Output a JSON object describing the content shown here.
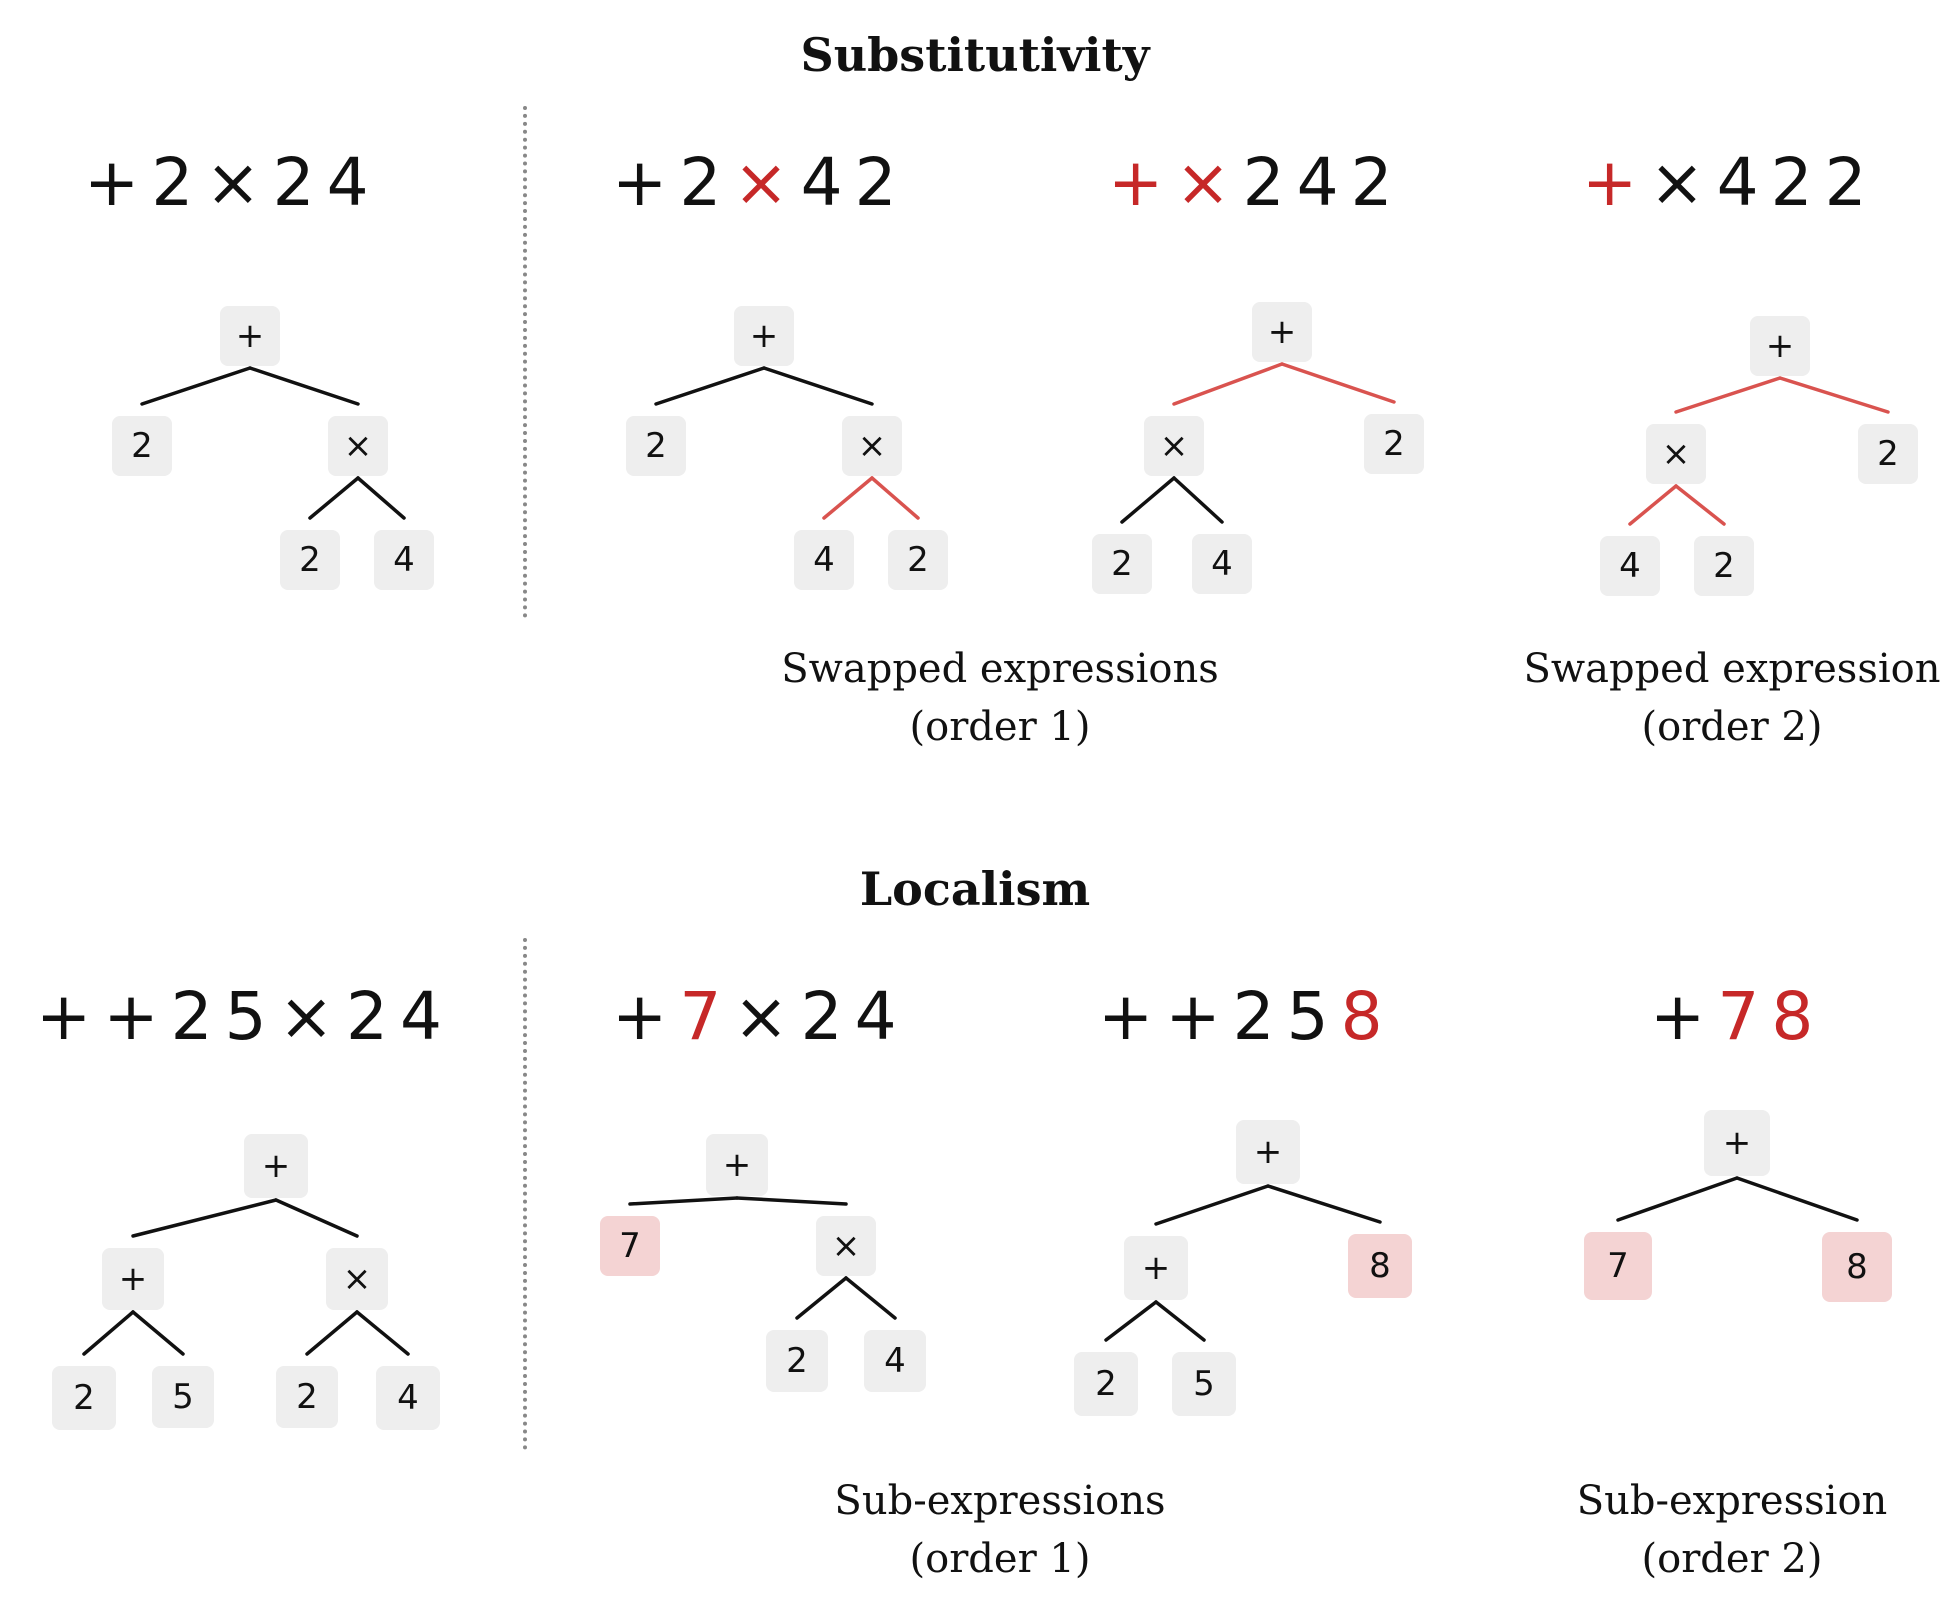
{
  "colors": {
    "highlight": "#c62828",
    "highlight_edge": "#d9534f",
    "node_bg": "#eeeeee",
    "node_hl_bg": "#f4d3d3",
    "edge": "#111111",
    "divider": "#888888"
  },
  "sections": [
    {
      "title": "Substitutivity",
      "panels": [
        {
          "id": "s-orig",
          "expression": [
            {
              "t": "+"
            },
            {
              "t": "2"
            },
            {
              "t": "×"
            },
            {
              "t": "2"
            },
            {
              "t": "4"
            }
          ],
          "tree": {
            "nodes": [
              {
                "id": "a",
                "label": "+"
              },
              {
                "id": "b",
                "label": "2"
              },
              {
                "id": "c",
                "label": "×"
              },
              {
                "id": "d",
                "label": "2"
              },
              {
                "id": "e",
                "label": "4"
              }
            ],
            "edges": [
              {
                "from": "a",
                "to": "b"
              },
              {
                "from": "a",
                "to": "c"
              },
              {
                "from": "c",
                "to": "d"
              },
              {
                "from": "c",
                "to": "e"
              }
            ]
          }
        },
        {
          "id": "s-o1a",
          "expression": [
            {
              "t": "+"
            },
            {
              "t": "2"
            },
            {
              "t": "×",
              "red": true
            },
            {
              "t": "4"
            },
            {
              "t": "2"
            }
          ],
          "tree": {
            "nodes": [
              {
                "id": "a",
                "label": "+"
              },
              {
                "id": "b",
                "label": "2"
              },
              {
                "id": "c",
                "label": "×"
              },
              {
                "id": "d",
                "label": "4"
              },
              {
                "id": "e",
                "label": "2"
              }
            ],
            "edges": [
              {
                "from": "a",
                "to": "b"
              },
              {
                "from": "a",
                "to": "c"
              },
              {
                "from": "c",
                "to": "d",
                "red": true
              },
              {
                "from": "c",
                "to": "e",
                "red": true
              }
            ]
          }
        },
        {
          "id": "s-o1b",
          "expression": [
            {
              "t": "+",
              "red": true
            },
            {
              "t": "×",
              "red": true
            },
            {
              "t": "2"
            },
            {
              "t": "4"
            },
            {
              "t": "2"
            }
          ],
          "tree": {
            "nodes": [
              {
                "id": "a",
                "label": "+"
              },
              {
                "id": "b",
                "label": "×"
              },
              {
                "id": "c",
                "label": "2"
              },
              {
                "id": "d",
                "label": "2"
              },
              {
                "id": "e",
                "label": "4"
              }
            ],
            "edges": [
              {
                "from": "a",
                "to": "b",
                "red": true
              },
              {
                "from": "a",
                "to": "c",
                "red": true
              },
              {
                "from": "b",
                "to": "d"
              },
              {
                "from": "b",
                "to": "e"
              }
            ]
          }
        },
        {
          "id": "s-o2",
          "expression": [
            {
              "t": "+",
              "red": true
            },
            {
              "t": "×"
            },
            {
              "t": "4"
            },
            {
              "t": "2"
            },
            {
              "t": "2"
            }
          ],
          "tree": {
            "nodes": [
              {
                "id": "a",
                "label": "+"
              },
              {
                "id": "b",
                "label": "×"
              },
              {
                "id": "c",
                "label": "2"
              },
              {
                "id": "d",
                "label": "4"
              },
              {
                "id": "e",
                "label": "2"
              }
            ],
            "edges": [
              {
                "from": "a",
                "to": "b",
                "red": true
              },
              {
                "from": "a",
                "to": "c",
                "red": true
              },
              {
                "from": "b",
                "to": "d",
                "red": true
              },
              {
                "from": "b",
                "to": "e",
                "red": true
              }
            ]
          }
        }
      ],
      "captions": [
        [
          "Swapped expressions",
          "(order 1)"
        ],
        [
          "Swapped expression",
          "(order 2)"
        ]
      ]
    },
    {
      "title": "Localism",
      "panels": [
        {
          "id": "l-orig",
          "expression": [
            {
              "t": "+"
            },
            {
              "t": "+"
            },
            {
              "t": "2"
            },
            {
              "t": "5"
            },
            {
              "t": "×"
            },
            {
              "t": "2"
            },
            {
              "t": "4"
            }
          ],
          "tree": {
            "nodes": [
              {
                "id": "a",
                "label": "+"
              },
              {
                "id": "b",
                "label": "+"
              },
              {
                "id": "c",
                "label": "×"
              },
              {
                "id": "d",
                "label": "2"
              },
              {
                "id": "e",
                "label": "5"
              },
              {
                "id": "f",
                "label": "2"
              },
              {
                "id": "g",
                "label": "4"
              }
            ],
            "edges": [
              {
                "from": "a",
                "to": "b"
              },
              {
                "from": "a",
                "to": "c"
              },
              {
                "from": "b",
                "to": "d"
              },
              {
                "from": "b",
                "to": "e"
              },
              {
                "from": "c",
                "to": "f"
              },
              {
                "from": "c",
                "to": "g"
              }
            ]
          }
        },
        {
          "id": "l-o1a",
          "expression": [
            {
              "t": "+"
            },
            {
              "t": "7",
              "red": true
            },
            {
              "t": "×"
            },
            {
              "t": "2"
            },
            {
              "t": "4"
            }
          ],
          "tree": {
            "nodes": [
              {
                "id": "a",
                "label": "+"
              },
              {
                "id": "b",
                "label": "7",
                "hl": true
              },
              {
                "id": "c",
                "label": "×"
              },
              {
                "id": "d",
                "label": "2"
              },
              {
                "id": "e",
                "label": "4"
              }
            ],
            "edges": [
              {
                "from": "a",
                "to": "b"
              },
              {
                "from": "a",
                "to": "c"
              },
              {
                "from": "c",
                "to": "d"
              },
              {
                "from": "c",
                "to": "e"
              }
            ]
          }
        },
        {
          "id": "l-o1b",
          "expression": [
            {
              "t": "+"
            },
            {
              "t": "+"
            },
            {
              "t": "2"
            },
            {
              "t": "5"
            },
            {
              "t": "8",
              "red": true
            }
          ],
          "tree": {
            "nodes": [
              {
                "id": "a",
                "label": "+"
              },
              {
                "id": "b",
                "label": "+"
              },
              {
                "id": "c",
                "label": "8",
                "hl": true
              },
              {
                "id": "d",
                "label": "2"
              },
              {
                "id": "e",
                "label": "5"
              }
            ],
            "edges": [
              {
                "from": "a",
                "to": "b"
              },
              {
                "from": "a",
                "to": "c"
              },
              {
                "from": "b",
                "to": "d"
              },
              {
                "from": "b",
                "to": "e"
              }
            ]
          }
        },
        {
          "id": "l-o2",
          "expression": [
            {
              "t": "+"
            },
            {
              "t": "7",
              "red": true
            },
            {
              "t": "8",
              "red": true
            }
          ],
          "tree": {
            "nodes": [
              {
                "id": "a",
                "label": "+"
              },
              {
                "id": "b",
                "label": "7",
                "hl": true
              },
              {
                "id": "c",
                "label": "8",
                "hl": true
              }
            ],
            "edges": [
              {
                "from": "a",
                "to": "b"
              },
              {
                "from": "a",
                "to": "c"
              }
            ]
          }
        }
      ],
      "captions": [
        [
          "Sub-expressions",
          "(order 1)"
        ],
        [
          "Sub-expression",
          "(order 2)"
        ]
      ]
    }
  ]
}
